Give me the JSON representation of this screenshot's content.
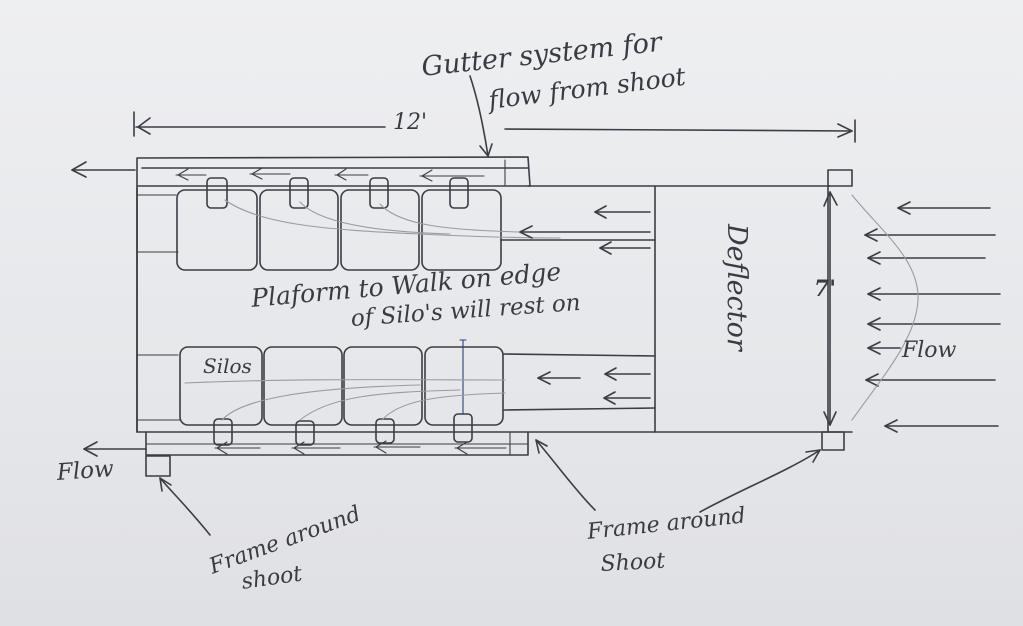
{
  "labels": {
    "gutter_line1": "Gutter system for",
    "gutter_line2": "flow from shoot",
    "dimension_length": "12'",
    "dimension_width": "7'",
    "platform_line1": "Plaform to Walk on edge",
    "platform_line2": "of Silo's will rest on",
    "silos": "Silos",
    "deflector": "Deflector",
    "flow_left": "Flow",
    "flow_right": "Flow",
    "frame_left_line1": "Frame around",
    "frame_left_line2": "shoot",
    "frame_right_line1": "Frame around",
    "frame_right_line2": "Shoot"
  },
  "colors": {
    "ink": "#3c3d44",
    "paper": "#eeeff1",
    "pen_blue": "#2e3e8a"
  }
}
